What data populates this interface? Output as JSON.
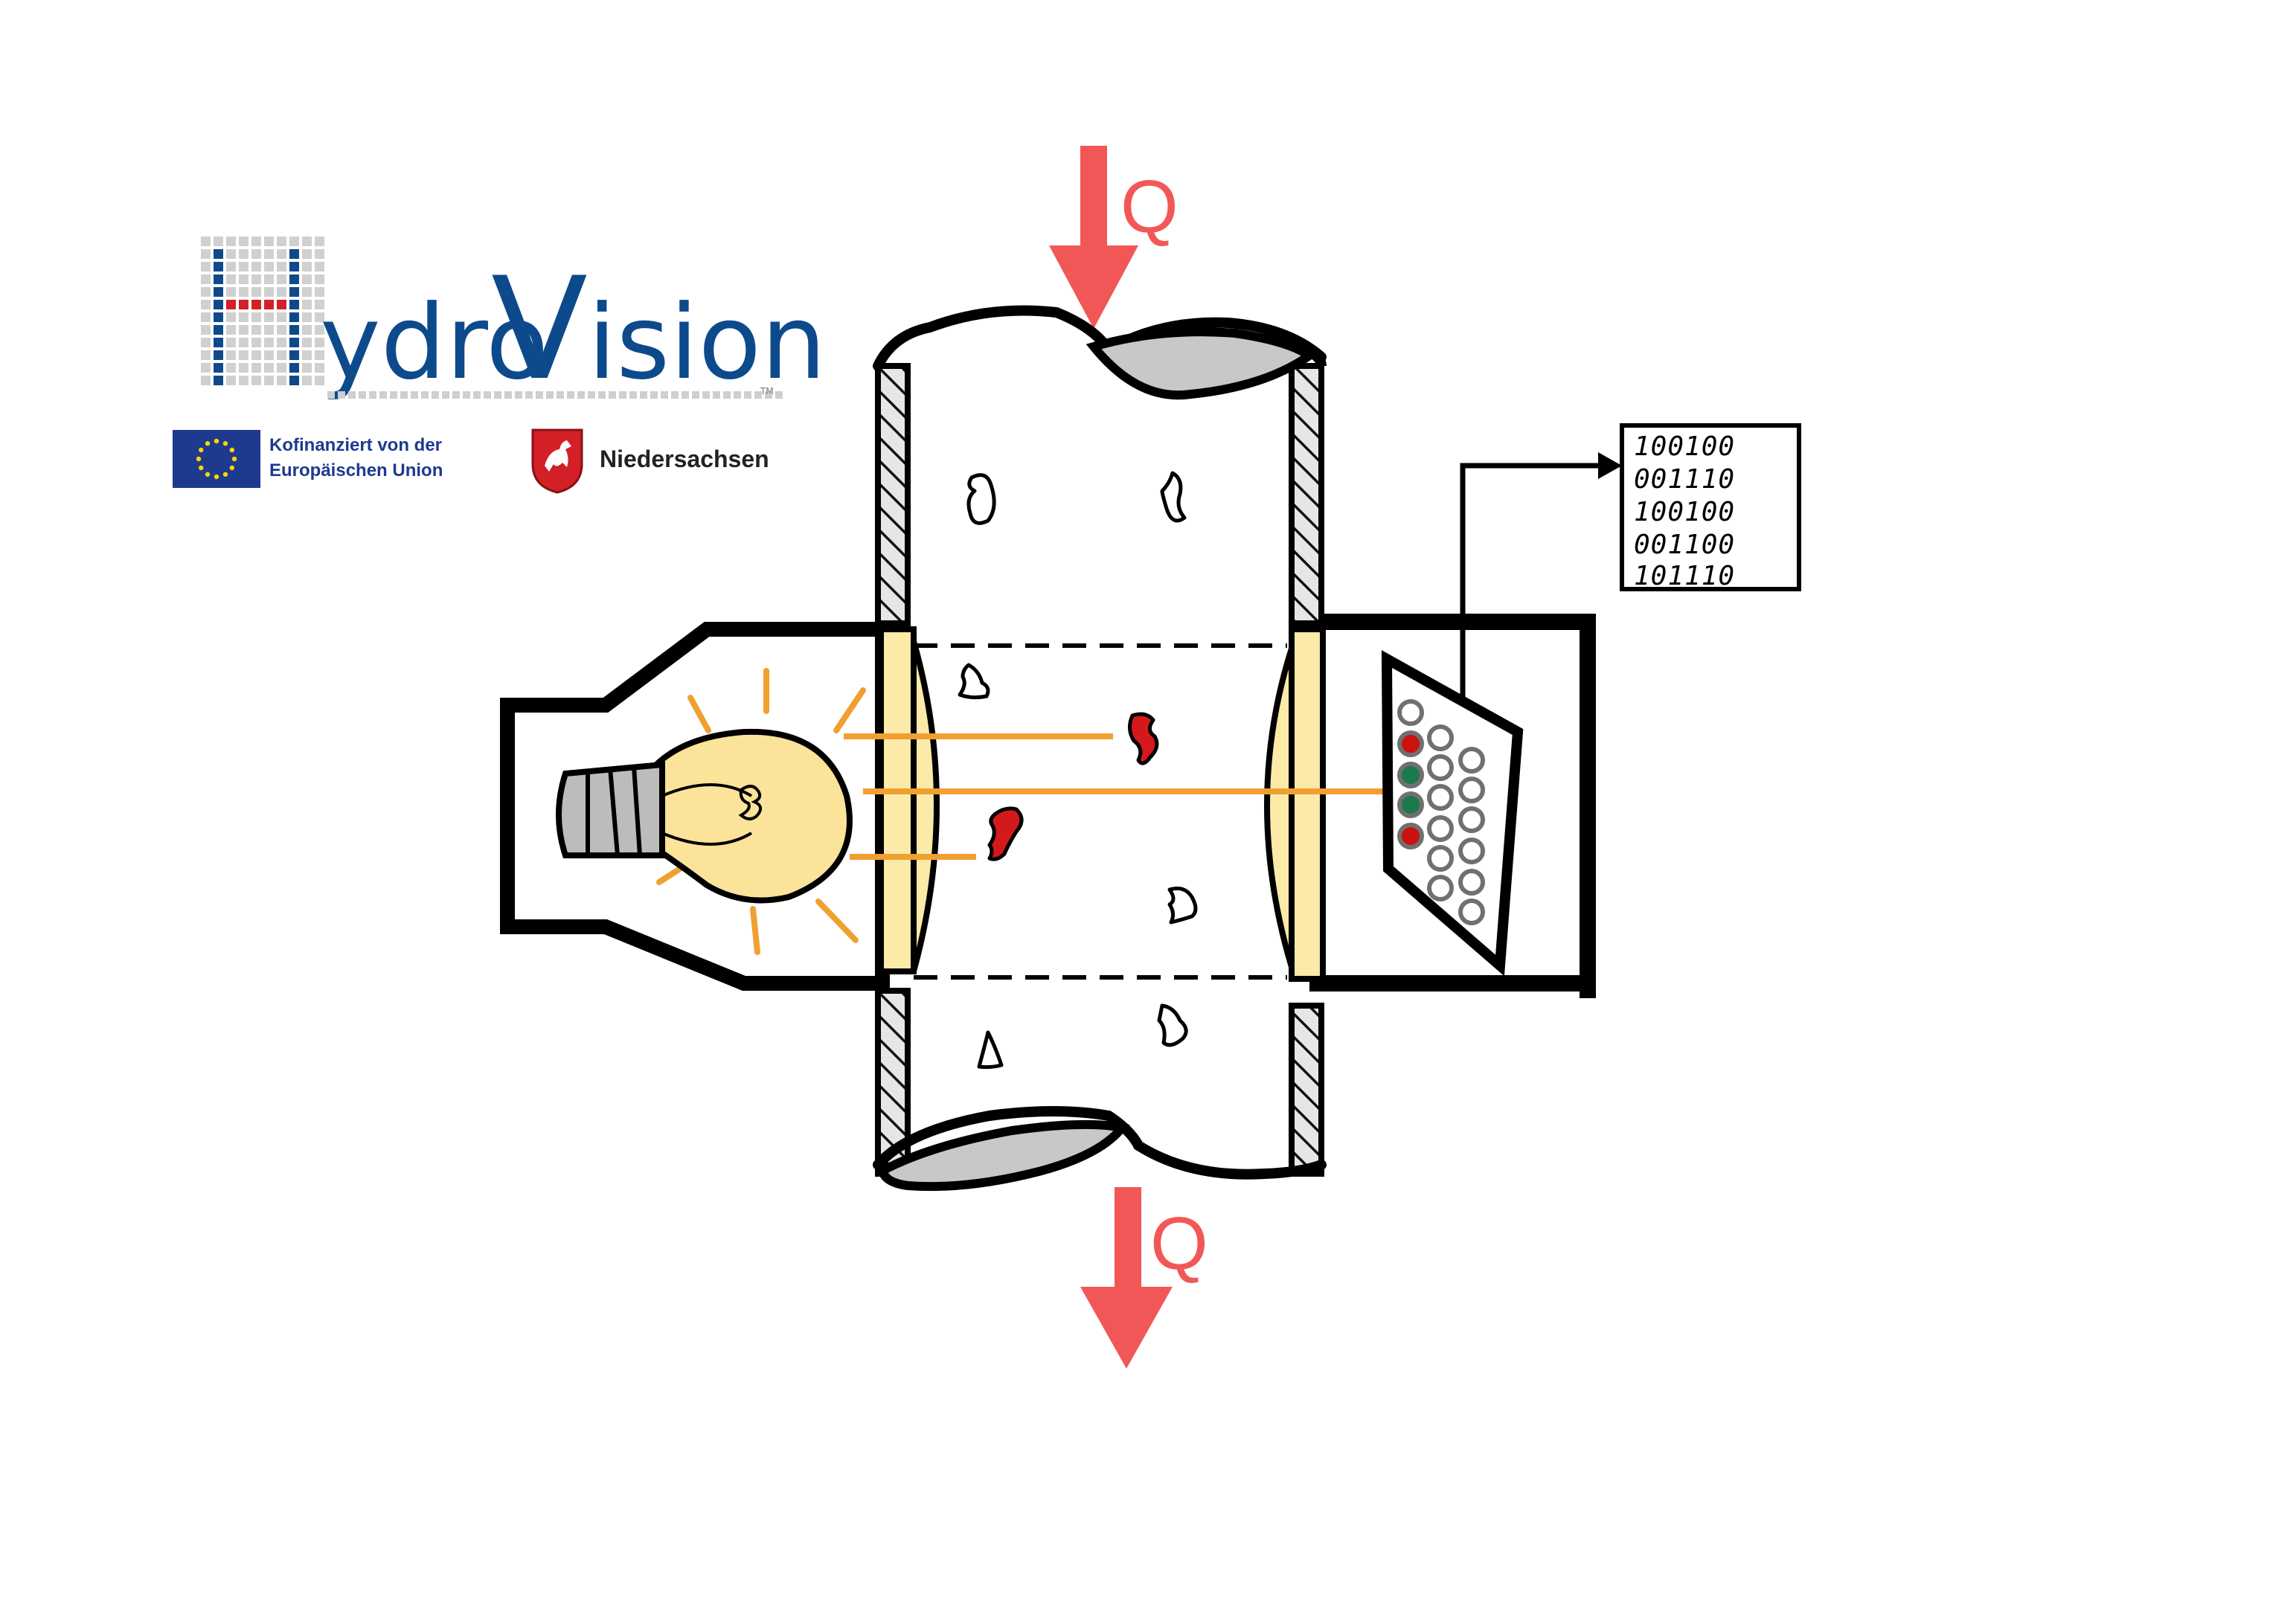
{
  "logo": {
    "brand_first": "H",
    "brand_rest_1": "ydro",
    "brand_mid": "V",
    "brand_rest_2": "ision",
    "trademark": "TM",
    "eu_line_1": "Kofinanziert von der",
    "eu_line_2": "Europäischen Union",
    "state": "Niedersachsen"
  },
  "flow": {
    "inlet_label": "Q",
    "outlet_label": "Q"
  },
  "output": {
    "rows": [
      "100100",
      "001110",
      "100100",
      "001100",
      "101110"
    ]
  },
  "colors": {
    "flow_arrow": "#f25757",
    "brand_blue": "#0d4a8c",
    "brand_red": "#d31f26",
    "light_beam": "#f0a030",
    "window_yellow": "#fbeaa8",
    "pipe_shading": "#c8c8c8",
    "eu_blue": "#1d3a8f",
    "eu_star": "#ffd500",
    "led_red": "#cc1111",
    "led_green": "#1a7a4a",
    "particle_red": "#d4191c"
  }
}
